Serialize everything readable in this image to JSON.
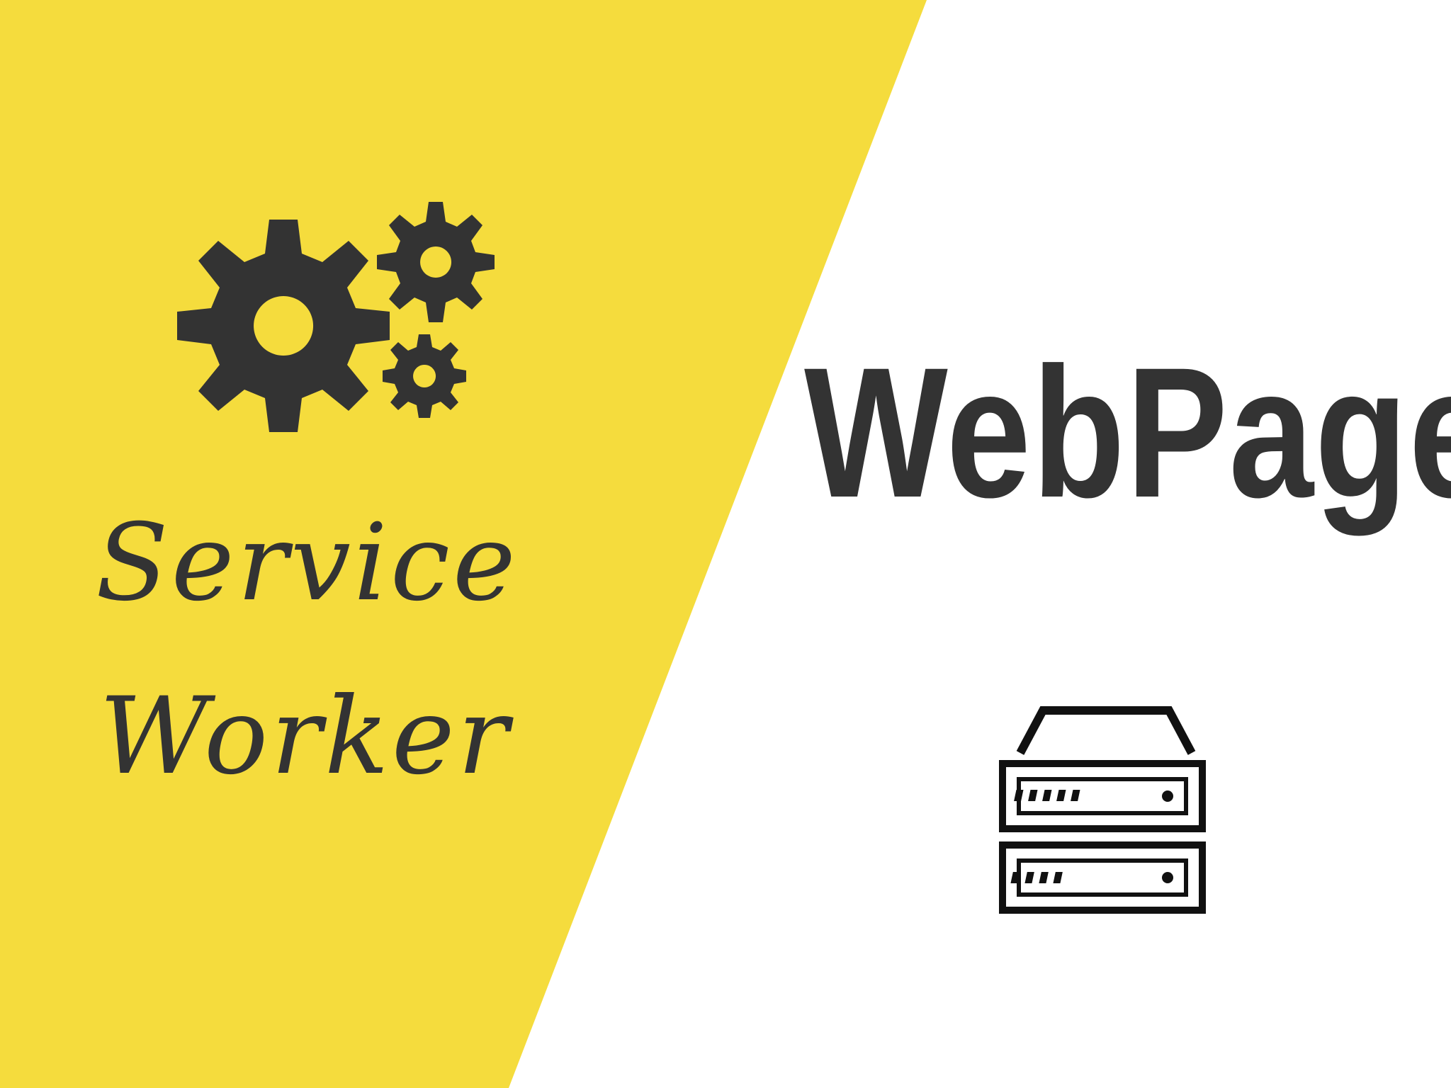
{
  "left_panel": {
    "title_line_1": "Service",
    "title_line_2": "Worker",
    "icon": "gears-icon"
  },
  "right_panel": {
    "title": "WebPage",
    "icon": "server-icon"
  },
  "colors": {
    "accent_yellow": "#F5DC3D",
    "text_dark": "#333333",
    "background": "#FFFFFF"
  }
}
